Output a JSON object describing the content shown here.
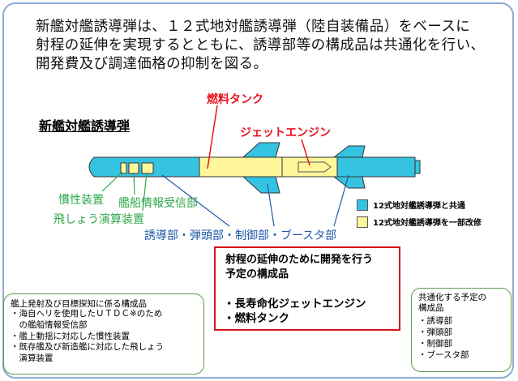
{
  "intro": {
    "line1": "新艦対艦誘導弾は、１２式地対艦誘導弾（陸自装備品）をベースに",
    "line2": "射程の延伸を実現するとともに、誘導部等の構成品は共通化を行い、",
    "line3": "開発費及び調達価格の抑制を図る。"
  },
  "diagram_title": "新艦対艦誘導弾",
  "callouts": {
    "fuel_tank": "燃料タンク",
    "jet_engine": "ジェットエンジン",
    "inertial": "慣性装置",
    "ship_info": "艦船情報受信部",
    "flight_calc": "飛しょう演算装置",
    "common_parts": "誘導部・弾頭部・制御部・ブースタ部"
  },
  "legend": [
    {
      "label": "12式地対艦誘導弾と共通",
      "color": "#35c3e2"
    },
    {
      "label": "12式地対艦誘導弾を一部改修",
      "color": "#fff799"
    }
  ],
  "red_box": {
    "heading1": "射程の延伸のために開発を行う",
    "heading2": "予定の構成品",
    "items": [
      "・長寿命化ジェットエンジン",
      "・燃料タンク"
    ]
  },
  "left_box": {
    "heading": "艦上発射及び目標探知に係る構成品",
    "items": [
      "・海自ヘリを使用したＵＴＤＣ※のため",
      "　の艦船情報受信部",
      "・艦上動揺に対応した慣性装置",
      "・既存艦及び新造艦に対応した飛しょう",
      "　演算装置"
    ]
  },
  "right_box": {
    "heading1": "共通化する予定の",
    "heading2": "構成品",
    "items": [
      "・誘導部",
      "・弾頭部",
      "・制御部",
      "・ブースタ部"
    ]
  },
  "colors": {
    "cyan": "#35c3e2",
    "yellow": "#fff799",
    "red": "#e8141c",
    "green": "#2fa84a",
    "blue": "#1f5aa8"
  }
}
